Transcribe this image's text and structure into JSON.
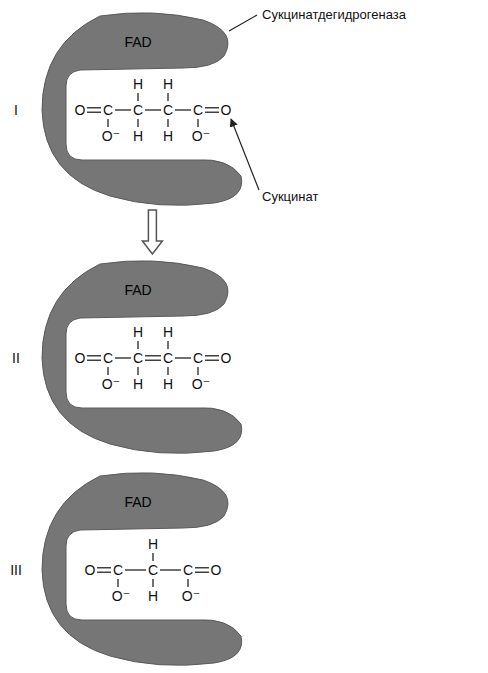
{
  "diagram": {
    "nodes": [
      {
        "text": [
          "FAD"
        ]
      },
      {
        "text": [
          "FAD"
        ]
      },
      {
        "text": [
          "FAD"
        ]
      }
    ],
    "edges": [
      {
        "from": 0,
        "to": 1,
        "arrow": "to"
      }
    ],
    "labels": [
      "I",
      "Сукцинатдегидрогеназа",
      "Сукцинат",
      "O",
      "C",
      "C",
      "C",
      "C",
      "O",
      "H",
      "H",
      "O⁻",
      "H",
      "H",
      "O⁻",
      "II",
      "O",
      "C",
      "C",
      "C",
      "C",
      "O",
      "H",
      "H",
      "O⁻",
      "H",
      "H",
      "O⁻",
      "III",
      "O",
      "C",
      "C",
      "C",
      "O",
      "H",
      "O⁻",
      "H",
      "O⁻"
    ]
  }
}
